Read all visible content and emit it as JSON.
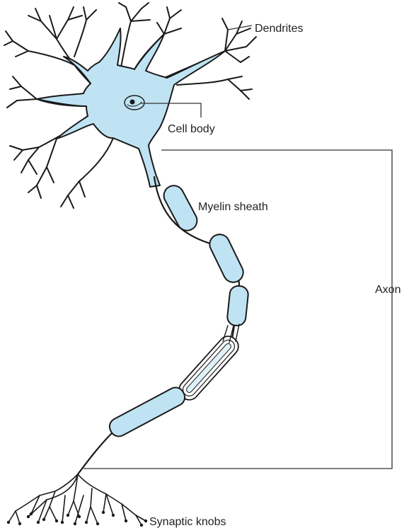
{
  "labels": {
    "dendrites": "Dendrites",
    "cell_body": "Cell body",
    "myelin_sheath": "Myelin sheath",
    "axon": "Axon",
    "synaptic_knobs": "Synaptic knobs"
  },
  "colors": {
    "cytoplasm": "#bfe3f3",
    "outline": "#1a1a1a",
    "background": "#ffffff"
  }
}
